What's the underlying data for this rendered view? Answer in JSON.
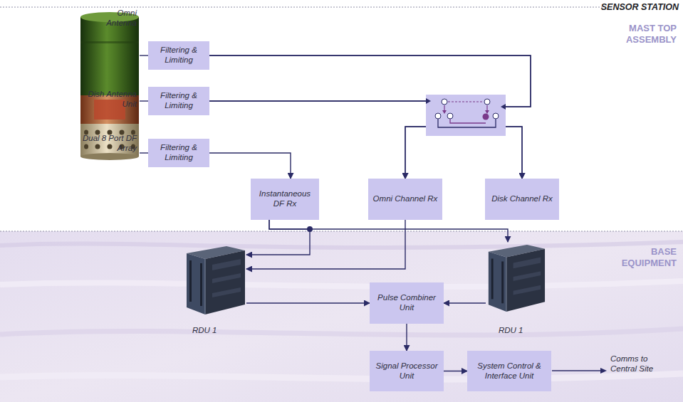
{
  "diagram": {
    "title": "SENSOR STATION",
    "nodes": [
      {
        "text": [
          "Filtering & Limiting"
        ]
      },
      {
        "text": [
          "Filtering & Limiting"
        ]
      },
      {
        "text": [
          "Filtering & Limiting"
        ]
      },
      {
        "text": [
          "Instantaneous DF Rx"
        ]
      },
      {
        "text": [
          "Omni Channel Rx"
        ]
      },
      {
        "text": [
          "Disk Channel Rx"
        ]
      },
      {
        "text": [
          "RDU 1"
        ]
      },
      {
        "text": [
          "Pulse Combiner Unit"
        ]
      },
      {
        "text": [
          "RDU 1"
        ]
      },
      {
        "text": [
          "Signal Processor Unit"
        ]
      },
      {
        "text": [
          "System Control & Interface Unit"
        ]
      }
    ],
    "edges": [
      {
        "from": 2,
        "to": 3,
        "arrow": "to"
      },
      {
        "from": 0,
        "to": 4,
        "arrow": "to"
      },
      {
        "from": 0,
        "to": 5,
        "arrow": "to"
      },
      {
        "from": 1,
        "to": 4,
        "arrow": "to"
      },
      {
        "from": 1,
        "to": 5,
        "arrow": "to"
      },
      {
        "from": 3,
        "to": 6,
        "arrow": "to"
      },
      {
        "from": 3,
        "to": 8,
        "arrow": "to"
      },
      {
        "from": 4,
        "to": 6,
        "arrow": "to"
      },
      {
        "from": 6,
        "to": 7,
        "arrow": "to"
      },
      {
        "from": 8,
        "to": 7,
        "arrow": "to"
      },
      {
        "from": 7,
        "to": 9,
        "arrow": "to"
      },
      {
        "from": 9,
        "to": 10,
        "arrow": "to"
      }
    ],
    "labels": [
      "MAST TOP ASSEMBLY",
      "BASE EQUIPMENT",
      "Omni Antenna",
      "Dish Antenna Unit",
      "Dual 8 Port DF Array",
      "Comms to Central Site"
    ]
  }
}
